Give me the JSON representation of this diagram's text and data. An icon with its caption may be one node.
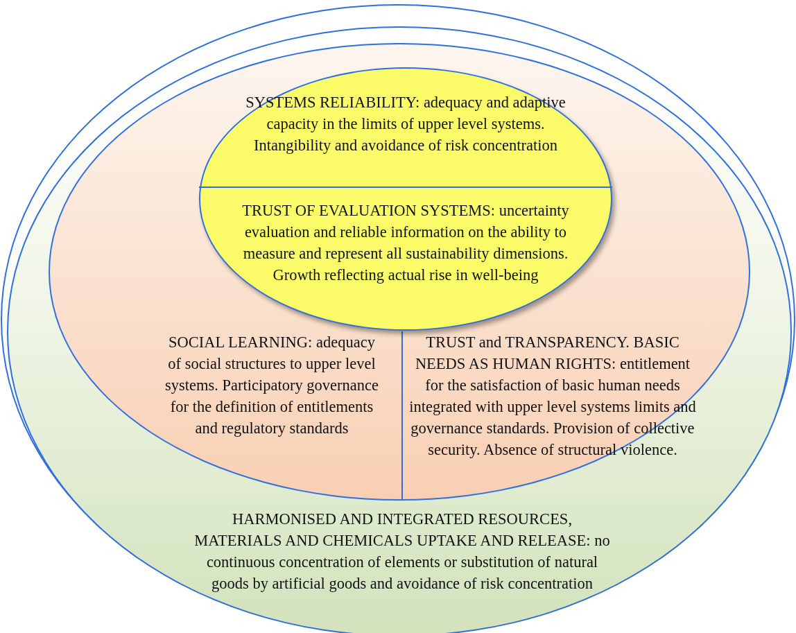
{
  "diagram": {
    "nodes": [
      {
        "text": [],
        "shape": "ellipse"
      },
      {
        "text": [
          "HARMONISED AND INTEGRATED RESOURCES, MATERIALS AND CHEMICALS UPTAKE AND RELEASE: no continuous concentration of elements or substitution of natural goods by artificial goods and avoidance of risk concentration"
        ],
        "in": 0
      },
      {
        "text": [
          "SOCIAL LEARNING: adequacy of social structures to upper level systems. Participatory governance for the definition of entitlements and regulatory standards",
          "TRUST and TRANSPARENCY. BASIC NEEDS AS HUMAN RIGHTS: entitlement for the satisfaction of basic human needs integrated with upper level systems limits and governance standards. Provision of collective security. Absence of structural violence."
        ],
        "in": 1
      },
      {
        "text": [
          "SYSTEMS RELIABILITY: adequacy and adaptive capacity in the limits of upper level systems. Intangibility and avoidance of risk concentration",
          "TRUST OF EVALUATION SYSTEMS: uncertainty evaluation and reliable information on the ability to measure and represent all sustainability dimensions. Growth reflecting actual rise in well-being"
        ],
        "in": 2
      }
    ],
    "edges": []
  }
}
